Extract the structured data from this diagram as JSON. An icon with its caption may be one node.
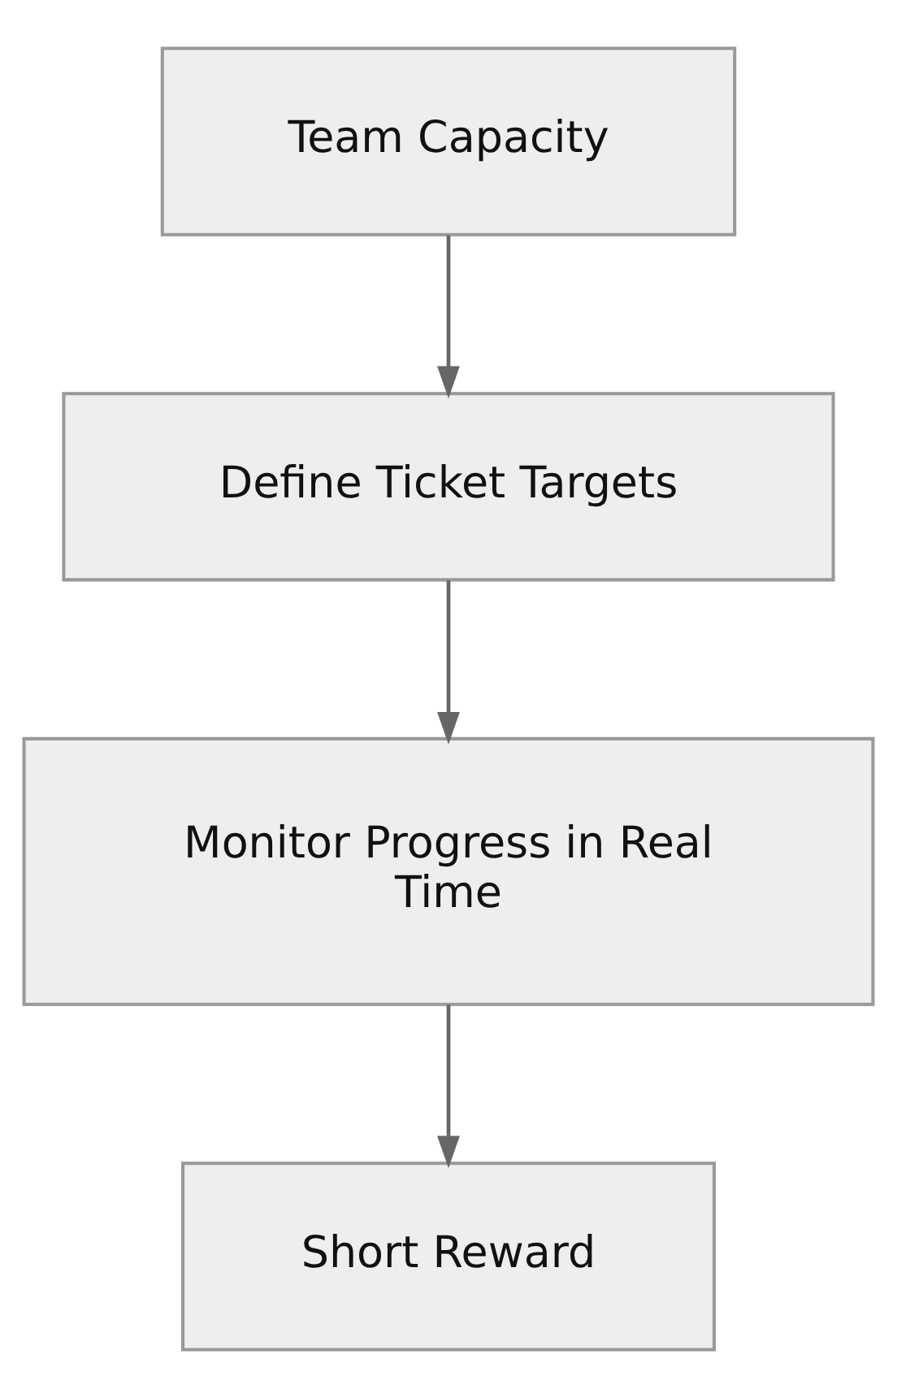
{
  "diagram": {
    "nodes": [
      {
        "text": [
          "Team Capacity"
        ]
      },
      {
        "text": [
          "Define Ticket Targets"
        ]
      },
      {
        "text": [
          "Monitor Progress in Real Time"
        ]
      },
      {
        "text": [
          "Short Reward"
        ]
      }
    ],
    "edges": [
      {
        "from": 0,
        "to": 1,
        "arrow": "to"
      },
      {
        "from": 1,
        "to": 2,
        "arrow": "to"
      },
      {
        "from": 2,
        "to": 3,
        "arrow": "to"
      }
    ]
  }
}
